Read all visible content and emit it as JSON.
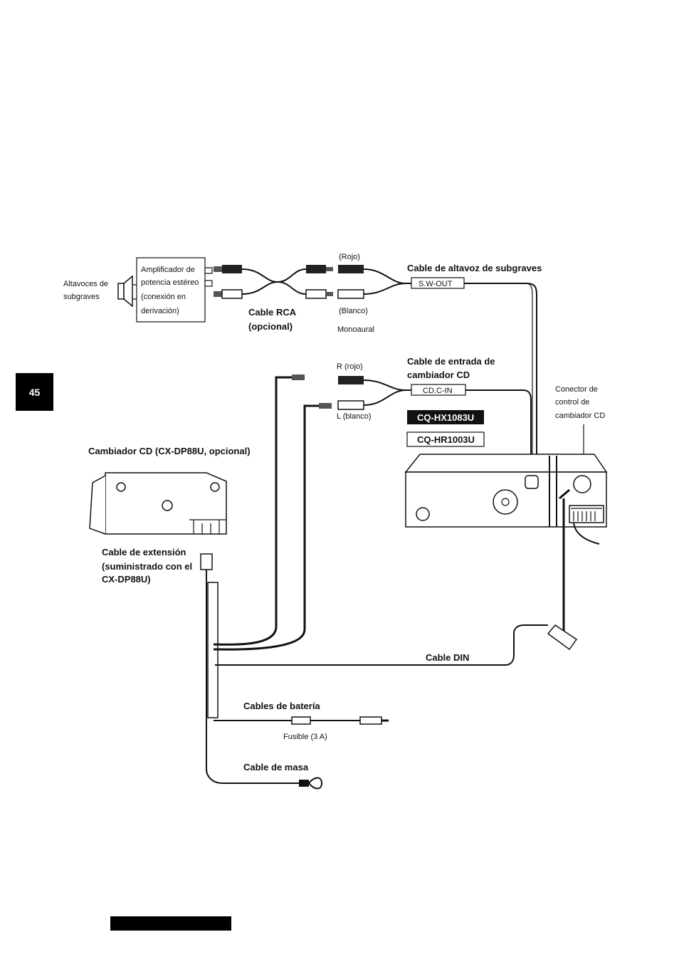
{
  "page": {
    "number": "45"
  },
  "amplifier": {
    "lines": [
      "Amplificador de",
      "potencia estéreo",
      "(conexión en",
      "derivación)"
    ]
  },
  "subwoofer": {
    "lines": [
      "Altavoces de",
      "subgraves"
    ]
  },
  "rca_cable": {
    "lines": [
      "Cable RCA",
      "(opcional)"
    ]
  },
  "colors_top": {
    "red": "(Rojo)",
    "white": "(Blanco)",
    "mono": "Monoaural"
  },
  "colors_mid": {
    "red": "R (rojo)",
    "white": "L (blanco)"
  },
  "subwoofer_cable": {
    "label": "Cable de altavoz de subgraves",
    "tag": "S.W-OUT"
  },
  "cd_input_cable": {
    "lines": [
      "Cable de entrada de",
      "cambiador CD"
    ],
    "tag": "CD.C-IN"
  },
  "models": {
    "primary": "CQ-HX1083U",
    "secondary": "CQ-HR1003U"
  },
  "cd_connector": {
    "lines": [
      "Conector de",
      "control de",
      "cambiador CD"
    ]
  },
  "changer": {
    "label": "Cambiador CD (CX-DP88U, opcional)"
  },
  "extension_cable": {
    "lines": [
      "Cable de extensión",
      "(suministrado con el",
      "CX-DP88U)"
    ]
  },
  "din_cable": {
    "label": "Cable DIN"
  },
  "battery_cable": {
    "label": "Cables de batería"
  },
  "fuse": {
    "label": "Fusible (3 A)"
  },
  "ground_cable": {
    "label": "Cable de masa"
  }
}
